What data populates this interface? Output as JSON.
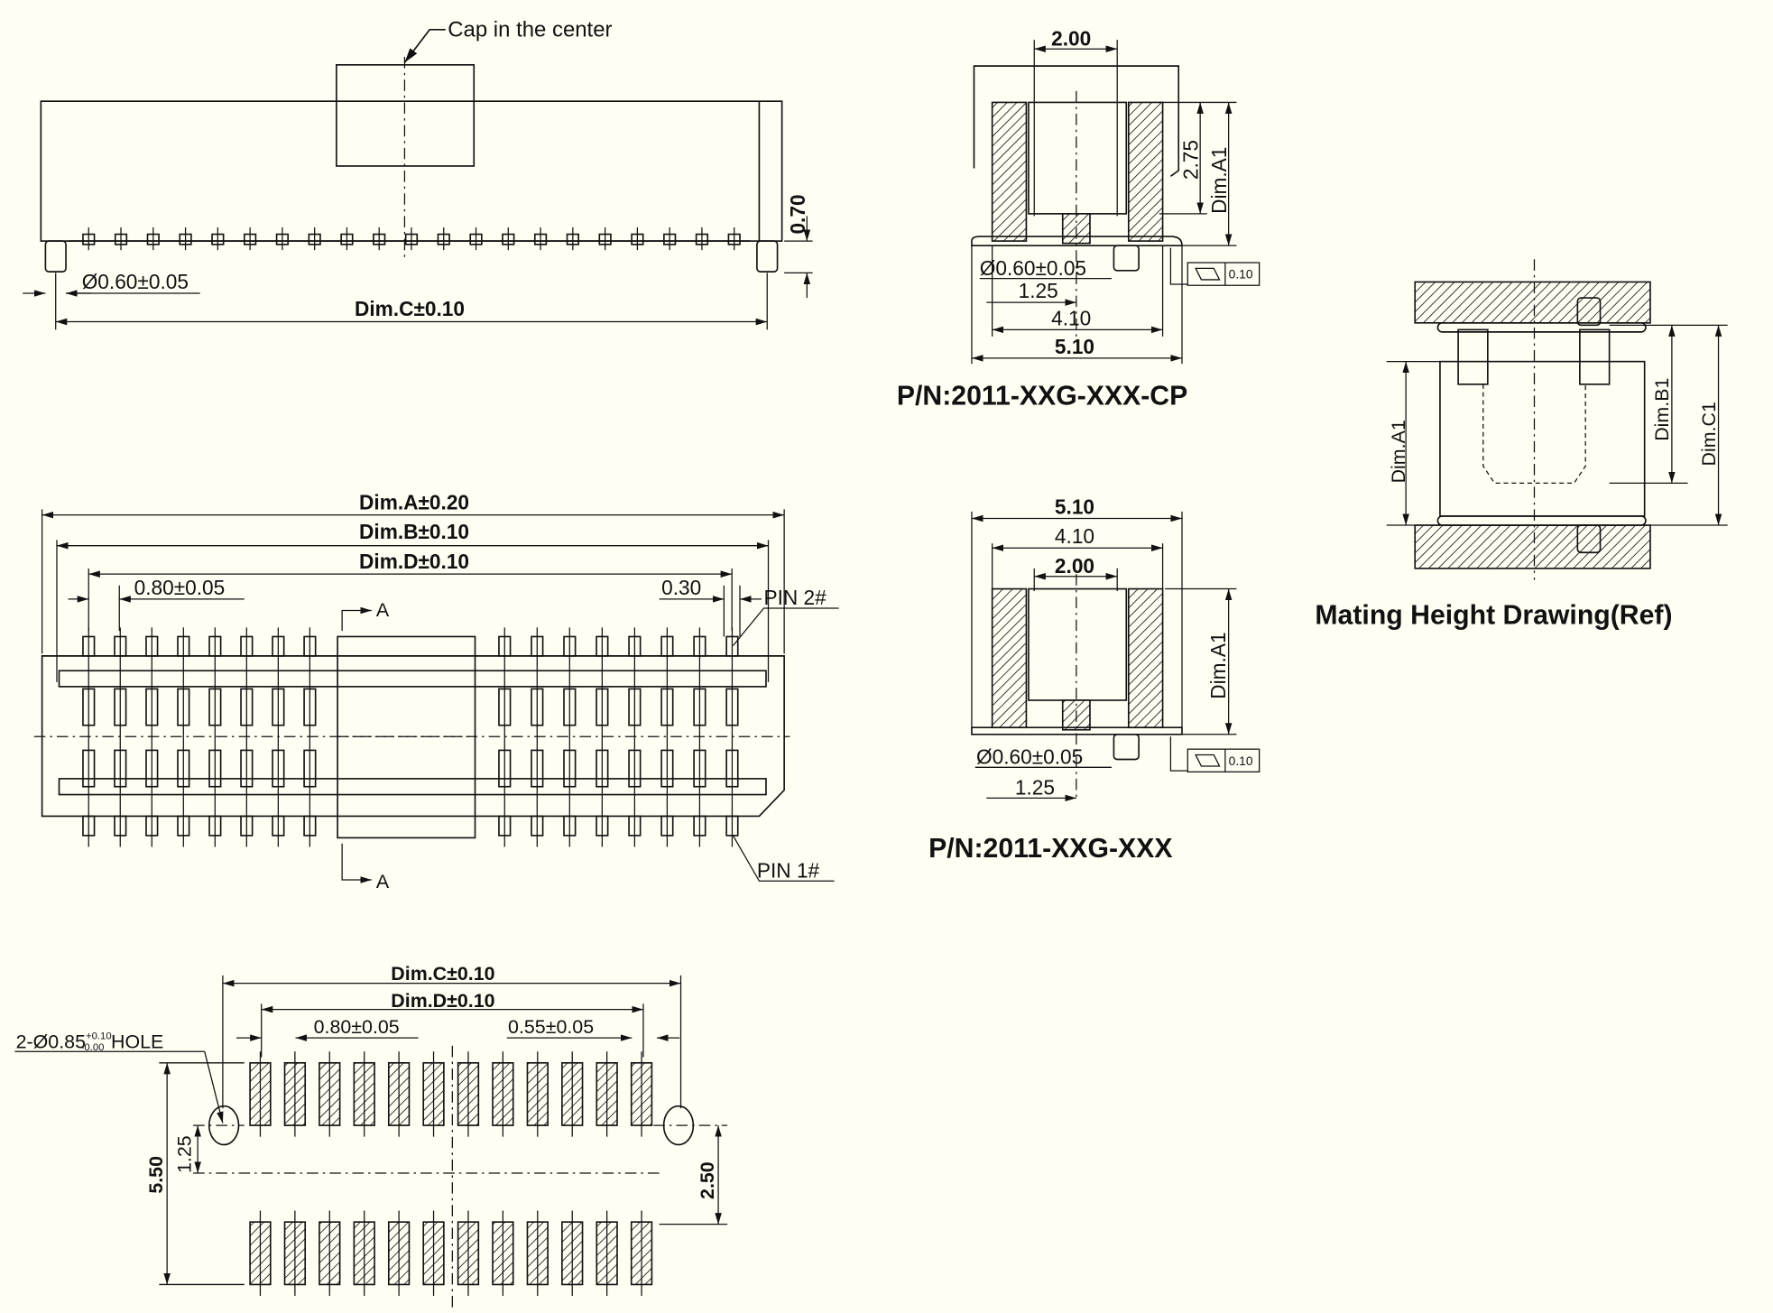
{
  "front_view": {
    "cap_note": "Cap in the center",
    "height": "0.70",
    "post_dia": "Ø0.60±0.05",
    "dim_c": "Dim.C±0.10"
  },
  "top_view": {
    "dim_a": "Dim.A±0.20",
    "dim_b": "Dim.B±0.10",
    "dim_d": "Dim.D±0.10",
    "pitch": "0.80±0.05",
    "offset": "0.30",
    "pin2": "PIN 2#",
    "pin1": "PIN 1#",
    "section_a": "A"
  },
  "section_cp": {
    "width_inner": "2.00",
    "height": "2.75",
    "dim_a1": "Dim.A1",
    "post_dia": "Ø0.60±0.05",
    "post_offset": "1.25",
    "width_410": "4.10",
    "width_510": "5.10",
    "flatness": "0.10",
    "part_number": "P/N:2011-XXG-XXX-CP"
  },
  "section_std": {
    "width_510": "5.10",
    "width_410": "4.10",
    "width_inner": "2.00",
    "dim_a1": "Dim.A1",
    "post_dia": "Ø0.60±0.05",
    "post_offset": "1.25",
    "flatness": "0.10",
    "part_number": "P/N:2011-XXG-XXX"
  },
  "mating": {
    "dim_a1": "Dim.A1",
    "dim_b1": "Dim.B1",
    "dim_c1": "Dim.C1",
    "title": "Mating Height Drawing(Ref)"
  },
  "footprint": {
    "dim_c": "Dim.C±0.10",
    "dim_d": "Dim.D±0.10",
    "hole_prefix": "2-Ø0.85",
    "hole_tol_plus": "+0.10",
    "hole_tol_minus": "-0.00",
    "hole_suffix": "HOLE",
    "pitch": "0.80±0.05",
    "pad_width": "0.55±0.05",
    "total_height": "5.50",
    "hole_offset": "1.25",
    "row_spacing": "2.50"
  }
}
